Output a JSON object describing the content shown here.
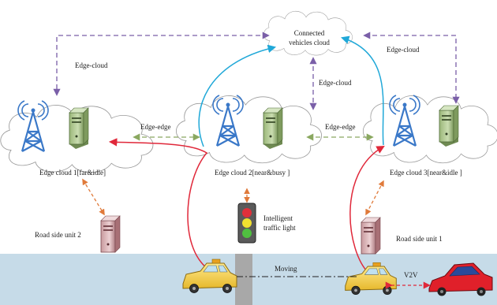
{
  "labels": {
    "connected_cloud_line1": "Connected",
    "connected_cloud_line2": "vehicles cloud",
    "edge_cloud_left": "Edge-cloud",
    "edge_cloud_center": "Edge-cloud",
    "edge_cloud_right": "Edge-cloud",
    "edge_edge_left": "Edge-edge",
    "edge_edge_right": "Edge-edge",
    "edge_cloud_1": "Edge  cloud 1[far&idle]",
    "edge_cloud_2": "Edge  cloud 2[near&busy ]",
    "edge_cloud_3": "Edge  cloud 3[near&idle ]",
    "rsu_2": "Road side unit 2",
    "rsu_1": "Road side unit 1",
    "traffic_light_line1": "Intelligent",
    "traffic_light_line2": "traffic light",
    "moving": "Moving",
    "v2v": "V2V"
  },
  "colors": {
    "purple_dash": "#7a5fa8",
    "green_dash": "#8aa860",
    "orange_dash": "#e07a3a",
    "cyan_line": "#20a8d8",
    "red_line": "#e0283a",
    "tower_blue": "#3a78c8",
    "road": "#c6dbe8",
    "cloud_stroke": "#9a9a9a"
  },
  "icons": {
    "tower": "radio-tower-icon",
    "server": "server-icon",
    "rsu": "road-side-unit-icon",
    "traffic_light": "traffic-light-icon",
    "car": "car-icon"
  }
}
